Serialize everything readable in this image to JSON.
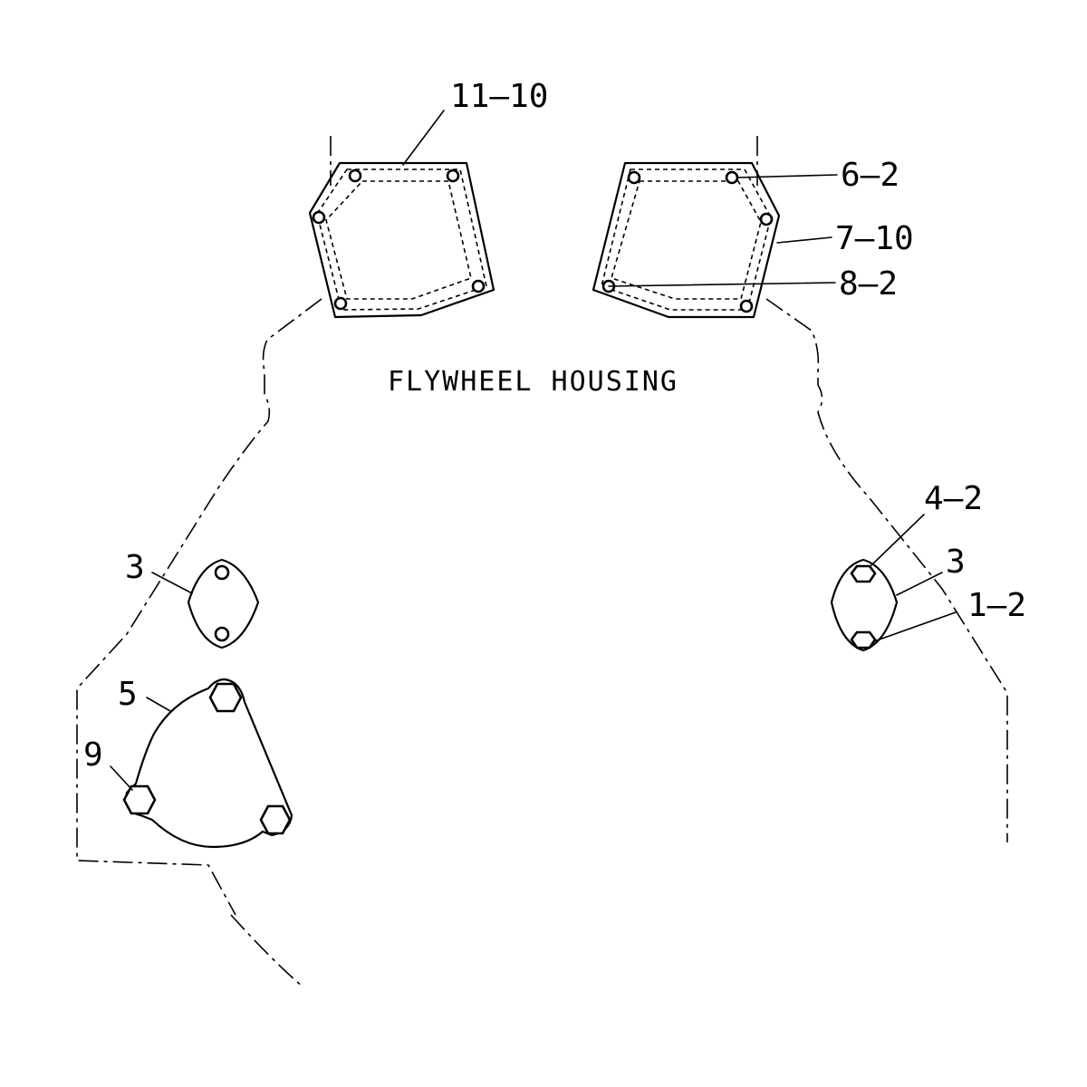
{
  "title": "FLYWHEEL HOUSING",
  "callouts": {
    "c11_10": "11–10",
    "c6_2": "6–2",
    "c7_10": "7–10",
    "c8_2": "8–2",
    "c4_2": "4–2",
    "c3_right": "3",
    "c1_2": "1–2",
    "c3_left": "3",
    "c5": "5",
    "c9": "9"
  }
}
